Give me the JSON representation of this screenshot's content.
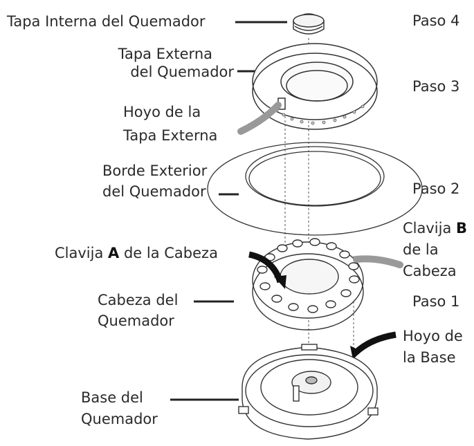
{
  "labels": {
    "inner_cap": "Tapa Interna del Quemador",
    "outer_cap_l1": "Tapa Externa",
    "outer_cap_l2": "del Quemador",
    "outer_cap_hole_l1": "Hoyo de la",
    "outer_cap_hole_l2": "Tapa Externa",
    "outer_rim_l1": "Borde Exterior",
    "outer_rim_l2": "del Quemador",
    "pin_a_pre": "Clavija ",
    "pin_a_letter": "A",
    "pin_a_post": " de la Cabeza",
    "pin_b_pre": "Clavija ",
    "pin_b_letter": "B",
    "pin_b_l2": "de la",
    "pin_b_l3": "Cabeza",
    "head_l1": "Cabeza del",
    "head_l2": "Quemador",
    "base_hole_l1": "Hoyo de",
    "base_hole_l2": "la Base",
    "base_l1": "Base del",
    "base_l2": "Quemador"
  },
  "steps": {
    "step4": "Paso 4",
    "step3": "Paso 3",
    "step2": "Paso 2",
    "step1": "Paso 1"
  }
}
